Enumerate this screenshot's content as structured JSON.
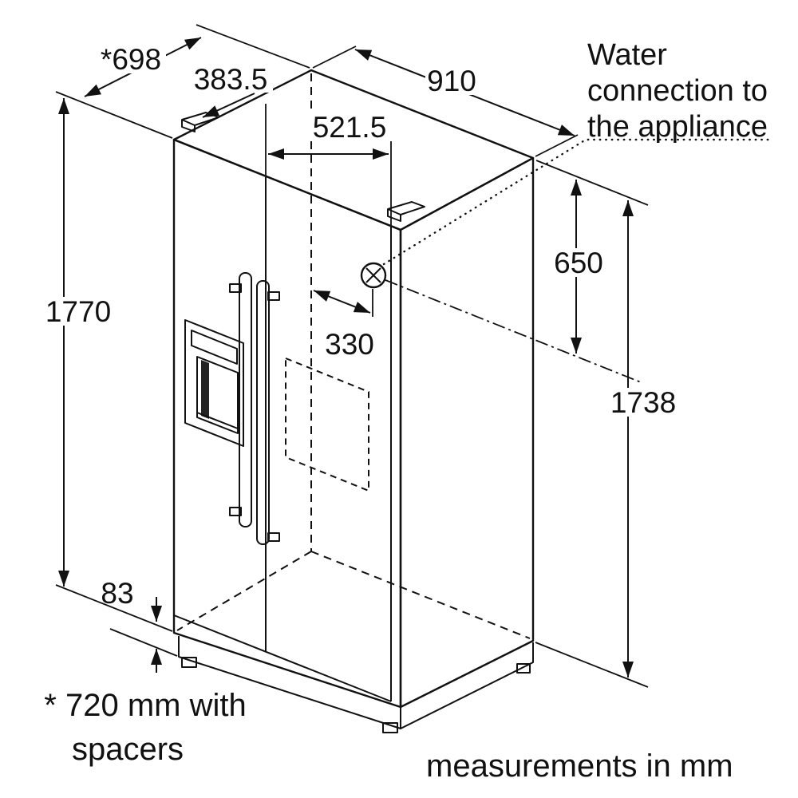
{
  "diagram_title": "Refrigerator installation dimension drawing",
  "colors": {
    "line": "#111111",
    "background": "#ffffff"
  },
  "dimensions": {
    "depth_with_note": "*698",
    "left_door_width": "383.5",
    "center_to_door_edge": "521.5",
    "width": "910",
    "top_to_water_connection": "650",
    "water_connection_height": "1738",
    "height": "1770",
    "back_to_water_connection": "330",
    "base_height": "83"
  },
  "notes": {
    "water_connection": [
      "Water",
      "connection to",
      "the appliance"
    ],
    "spacers": [
      "* 720 mm with",
      "spacers"
    ],
    "units": "measurements in mm"
  }
}
